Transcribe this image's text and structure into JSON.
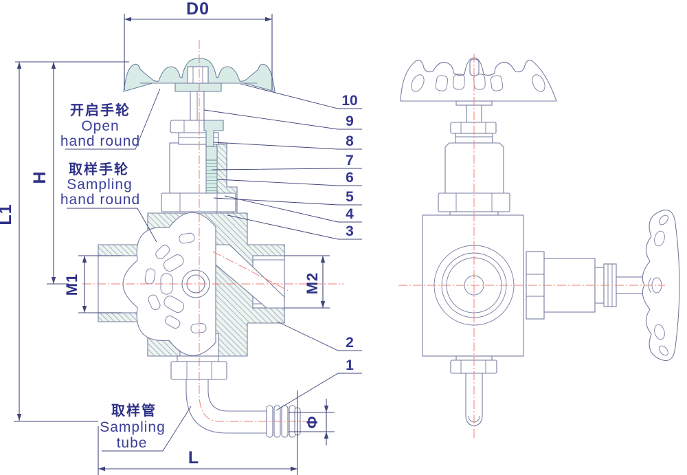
{
  "drawing": {
    "type": "valve engineering drawing, two views",
    "dimension_labels": {
      "d0": "D0",
      "l1": "L1",
      "h": "H",
      "m1": "M1",
      "m2": "M2",
      "l": "L",
      "phi": "Φ"
    },
    "callouts": {
      "n1": "1",
      "n2": "2",
      "n3": "3",
      "n4": "4",
      "n5": "5",
      "n6": "6",
      "n7": "7",
      "n8": "8",
      "n9": "9",
      "n10": "10"
    },
    "labels": {
      "open_handwheel": {
        "zh": "开启手轮",
        "en_line1": "Open",
        "en_line2": "hand round"
      },
      "sampling_handwheel": {
        "zh": "取样手轮",
        "en_line1": "Sampling",
        "en_line2": "hand round"
      },
      "sampling_tube": {
        "zh": "取样管",
        "en_line1": "Sampling",
        "en_line2": "tube"
      }
    },
    "colors": {
      "part_line": "#767ca0",
      "dimension_line": "#3f4579",
      "label_text": "#2e3187",
      "centerline_red": "#ec7e76",
      "section_fill": "#edf5f0",
      "handwheel_fill": "#d8ebe7",
      "hatch_line": "#a0aabf"
    }
  }
}
